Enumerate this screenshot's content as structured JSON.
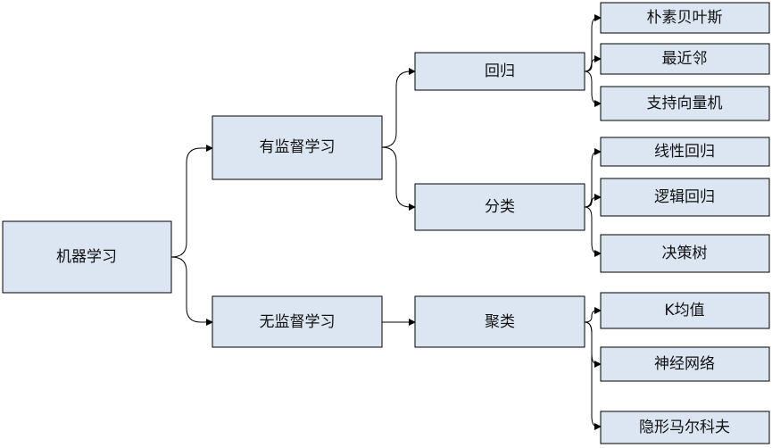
{
  "root": "机器学习",
  "level1": [
    "有监督学习",
    "无监督学习"
  ],
  "level2": [
    "回归",
    "分类",
    "聚类"
  ],
  "leaves": {
    "regression": [
      "朴素贝叶斯",
      "最近邻",
      "支持向量机"
    ],
    "classification": [
      "线性回归",
      "逻辑回归",
      "决策树"
    ],
    "clustering": [
      "K均值",
      "神经网络",
      "隐形马尔科夫"
    ]
  },
  "colors": {
    "box_fill": "#dce6f2",
    "box_stroke": "#000000",
    "line": "#000000"
  }
}
